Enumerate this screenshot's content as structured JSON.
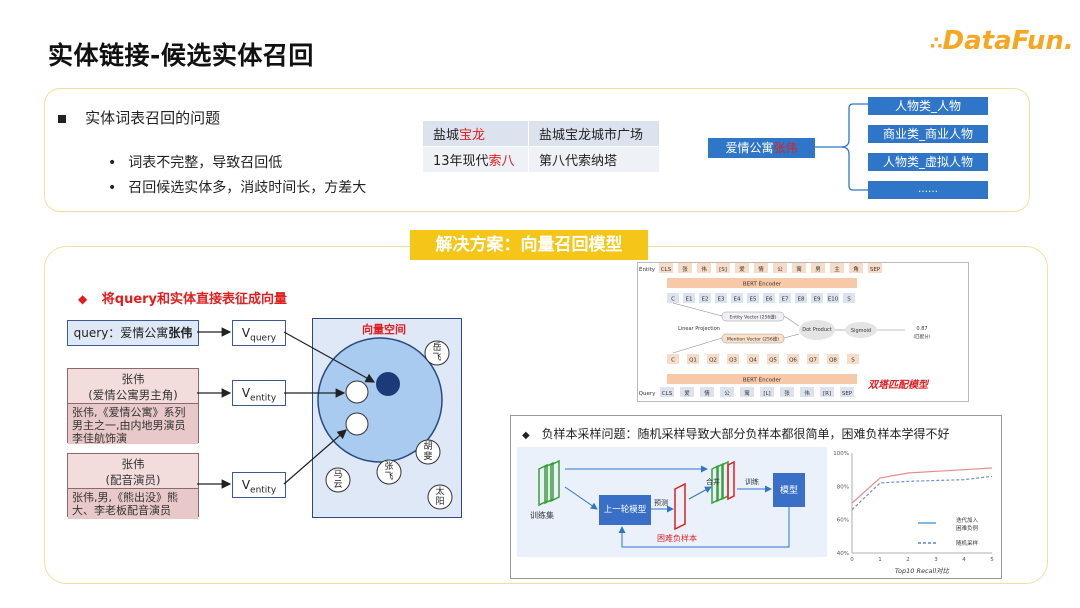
{
  "header": {
    "title": "实体链接-候选实体召回",
    "logo_text": "DataFun."
  },
  "top": {
    "heading": "实体词表召回的问题",
    "bullets": [
      "词表不完整，导致召回低",
      "召回候选实体多，消歧时间长，方差大"
    ],
    "table": [
      {
        "left_prefix": "盐城",
        "left_highlight": "宝龙",
        "right": "盐城宝龙城市广场"
      },
      {
        "left_prefix": "13年现代",
        "left_highlight": "索八",
        "right": "第八代索纳塔"
      }
    ],
    "query_box": {
      "prefix": "爱情公寓",
      "highlight": "张伟"
    },
    "categories": [
      "人物类_人物",
      "商业类_商业人物",
      "人物类_虚拟人物",
      "……"
    ]
  },
  "banner": "解决方案：向量召回模型",
  "left_section": {
    "heading": "将query和实体直接表征成向量",
    "query_box": {
      "prefix": "query：爱情公寓",
      "bold": "张伟"
    },
    "entity1": {
      "name": "张伟",
      "sub": "(爱情公寓男主角)",
      "desc": "张伟,《爱情公寓》系列男主之一,由内地男演员李佳航饰演"
    },
    "entity2": {
      "name": "张伟",
      "sub": "(配音演员)",
      "desc": "张伟,男,《熊出没》熊大、李老板配音演员"
    },
    "v_query": {
      "base": "V",
      "sub": "query"
    },
    "v_entity1": {
      "base": "V",
      "sub": "entity"
    },
    "v_entity2": {
      "base": "V",
      "sub": "entity"
    },
    "space_title": "向量空间",
    "names": [
      "岳飞",
      "胡斐",
      "张飞",
      "马云",
      "太阳"
    ]
  },
  "bert_figure": {
    "top_tokens": [
      "Entity",
      "CLS",
      "张",
      "伟",
      "[S]",
      "爱",
      "情",
      "公",
      "寓",
      "男",
      "主",
      "角",
      "SEP"
    ],
    "encoder": "BERT Encoder",
    "e_tokens": [
      "C",
      "E1",
      "E2",
      "E3",
      "E4",
      "E5",
      "E6",
      "E7",
      "E8",
      "E9",
      "E10",
      "S"
    ],
    "entity_vector": "Entity Vector (256维)",
    "mention_vector": "Mention Vector (256维)",
    "linear": "Linear Projection",
    "dot": "Dot Product",
    "sigmoid": "Sigmoid",
    "score": "0.87",
    "score_sub": "(匹配分)",
    "q_tokens": [
      "C",
      "Q1",
      "Q2",
      "Q3",
      "Q4",
      "Q5",
      "Q6",
      "Q7",
      "Q8",
      "S"
    ],
    "bottom_tokens": [
      "Query",
      "CLS",
      "爱",
      "情",
      "公",
      "寓",
      "[L]",
      "张",
      "伟",
      "[R]",
      "SEP"
    ],
    "caption": "双塔匹配模型"
  },
  "neg_figure": {
    "heading": "负样本采样问题：随机采样导致大部分负样本都很简单，困难负样本学得不好",
    "train_set": "训练集",
    "prev_model": "上一轮模型",
    "predict": "预测",
    "hard_neg": "困难负样本",
    "merge": "合并",
    "train": "训练",
    "model": "模型"
  },
  "chart_data": {
    "type": "line",
    "title": "",
    "xlabel": "Top10 Recall对比",
    "ylabel": "",
    "x": [
      0,
      1,
      2,
      3,
      4,
      5
    ],
    "ylim": [
      40,
      100
    ],
    "y_ticks": [
      "100%",
      "80%",
      "60%",
      "40%"
    ],
    "x_ticks": [
      "0",
      "1",
      "2",
      "3",
      "4",
      "5"
    ],
    "series": [
      {
        "name": "迭代加入困难负例",
        "values": [
          70,
          85,
          88,
          89,
          90,
          91
        ],
        "style": "solid"
      },
      {
        "name": "随机采样",
        "values": [
          66,
          82,
          83,
          83.5,
          84,
          86
        ],
        "style": "dashed"
      }
    ],
    "legend_position": "bottom-right"
  }
}
